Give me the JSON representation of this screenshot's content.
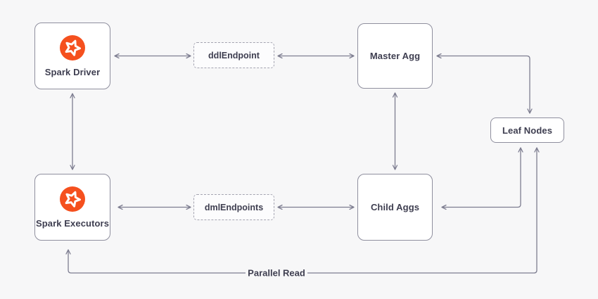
{
  "colors": {
    "background": "#f7f7f8",
    "node_fill": "#ffffff",
    "node_border": "#8f8f9e",
    "arrow": "#7d7d90",
    "text": "#3e3e50",
    "accent_orange": "#f5501e"
  },
  "diagram": {
    "nodes": {
      "spark_driver": {
        "label": "Spark Driver"
      },
      "spark_executors": {
        "label": "Spark Executors"
      },
      "ddl_endpoint": {
        "label": "ddlEndpoint"
      },
      "dml_endpoints": {
        "label": "dmlEndpoints"
      },
      "master_agg": {
        "label": "Master Agg"
      },
      "child_aggs": {
        "label": "Child Aggs"
      },
      "leaf_nodes": {
        "label": "Leaf Nodes"
      }
    },
    "edge_labels": {
      "parallel_read": "Parallel Read"
    },
    "edges": [
      "Spark Driver <-> ddlEndpoint",
      "ddlEndpoint <-> Master Agg",
      "Spark Driver <-> Spark Executors",
      "Master Agg <-> Child Aggs",
      "Master Agg <-> Leaf Nodes",
      "Spark Executors <-> dmlEndpoints",
      "dmlEndpoints <-> Child Aggs",
      "Child Aggs <-> Leaf Nodes",
      "Leaf Nodes <-> Spark Executors (Parallel Read)"
    ]
  }
}
